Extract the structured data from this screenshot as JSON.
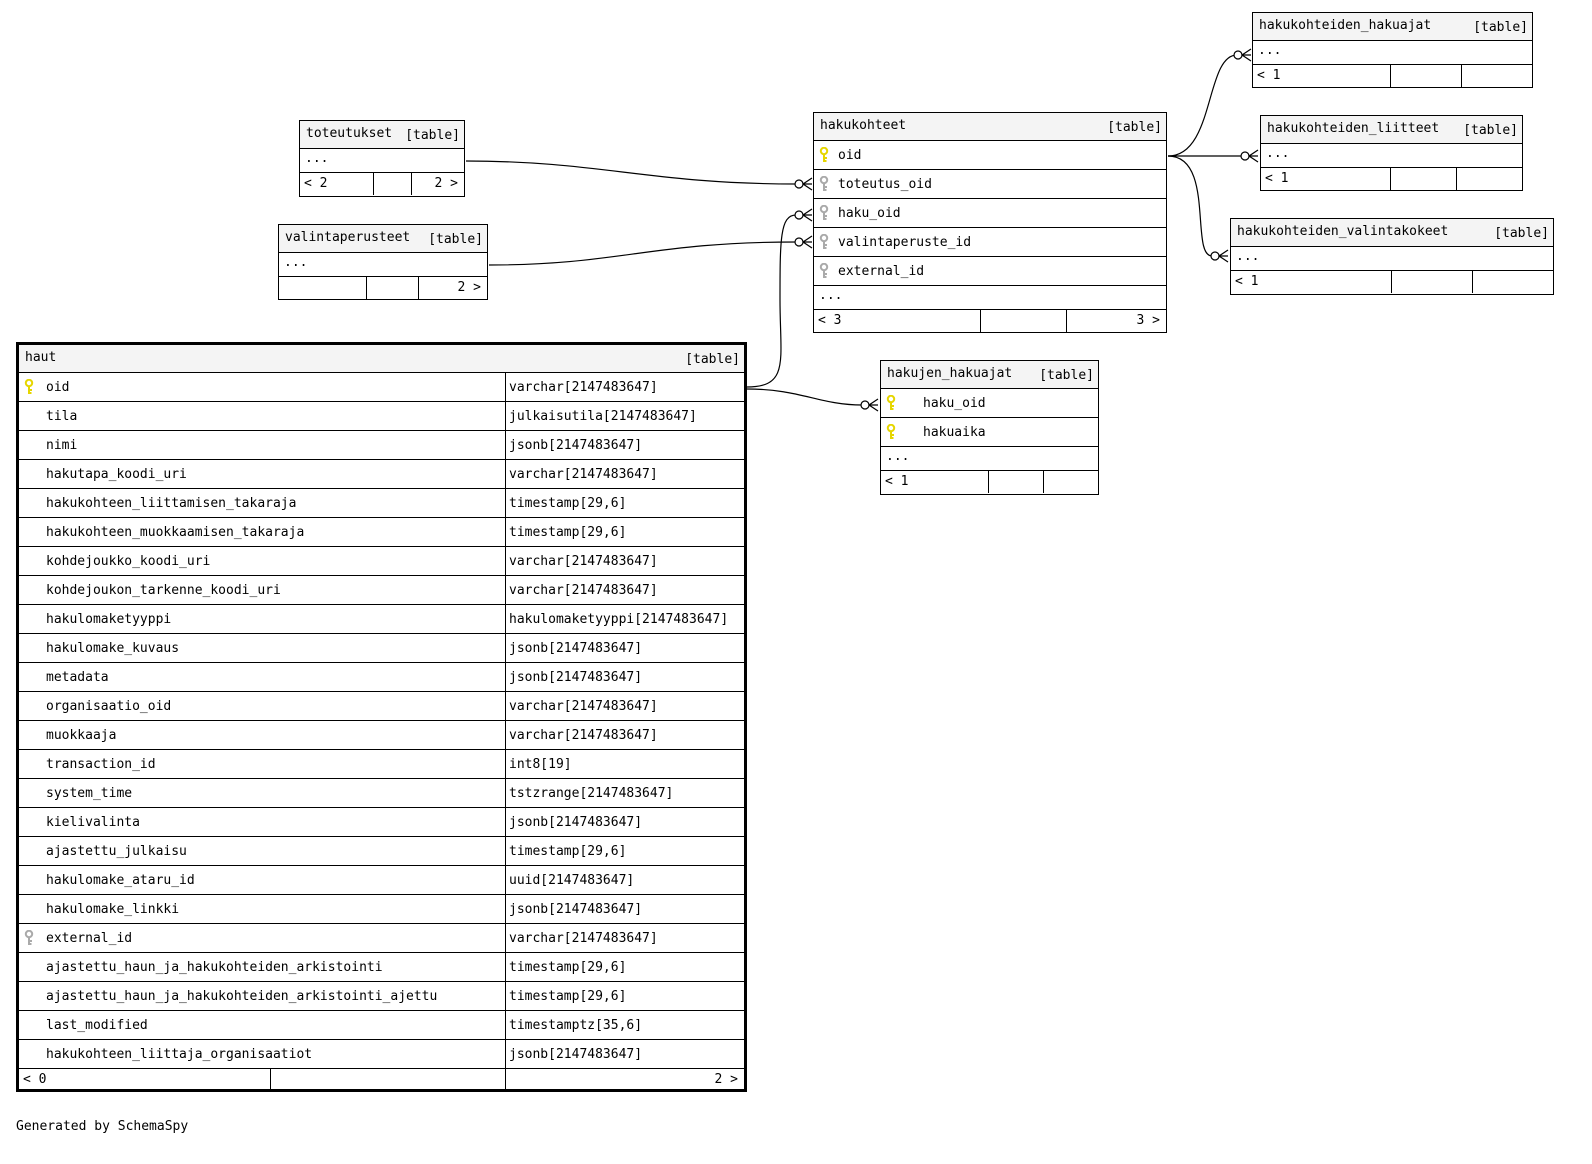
{
  "footer_text": "Generated by SchemaSpy",
  "colors": {
    "primary_key": "#e6d600",
    "foreign_key": "#aaaaaa",
    "header_bg": "#f4f4f4"
  },
  "tables": {
    "haut": {
      "name": "haut",
      "type": "[table]",
      "columns": [
        {
          "name": "oid",
          "type": "varchar[2147483647]",
          "key": "primary"
        },
        {
          "name": "tila",
          "type": "julkaisutila[2147483647]",
          "key": ""
        },
        {
          "name": "nimi",
          "type": "jsonb[2147483647]",
          "key": ""
        },
        {
          "name": "hakutapa_koodi_uri",
          "type": "varchar[2147483647]",
          "key": ""
        },
        {
          "name": "hakukohteen_liittamisen_takaraja",
          "type": "timestamp[29,6]",
          "key": ""
        },
        {
          "name": "hakukohteen_muokkaamisen_takaraja",
          "type": "timestamp[29,6]",
          "key": ""
        },
        {
          "name": "kohdejoukko_koodi_uri",
          "type": "varchar[2147483647]",
          "key": ""
        },
        {
          "name": "kohdejoukon_tarkenne_koodi_uri",
          "type": "varchar[2147483647]",
          "key": ""
        },
        {
          "name": "hakulomaketyyppi",
          "type": "hakulomaketyyppi[2147483647]",
          "key": ""
        },
        {
          "name": "hakulomake_kuvaus",
          "type": "jsonb[2147483647]",
          "key": ""
        },
        {
          "name": "metadata",
          "type": "jsonb[2147483647]",
          "key": ""
        },
        {
          "name": "organisaatio_oid",
          "type": "varchar[2147483647]",
          "key": ""
        },
        {
          "name": "muokkaaja",
          "type": "varchar[2147483647]",
          "key": ""
        },
        {
          "name": "transaction_id",
          "type": "int8[19]",
          "key": ""
        },
        {
          "name": "system_time",
          "type": "tstzrange[2147483647]",
          "key": ""
        },
        {
          "name": "kielivalinta",
          "type": "jsonb[2147483647]",
          "key": ""
        },
        {
          "name": "ajastettu_julkaisu",
          "type": "timestamp[29,6]",
          "key": ""
        },
        {
          "name": "hakulomake_ataru_id",
          "type": "uuid[2147483647]",
          "key": ""
        },
        {
          "name": "hakulomake_linkki",
          "type": "jsonb[2147483647]",
          "key": ""
        },
        {
          "name": "external_id",
          "type": "varchar[2147483647]",
          "key": "foreign"
        },
        {
          "name": "ajastettu_haun_ja_hakukohteiden_arkistointi",
          "type": "timestamp[29,6]",
          "key": ""
        },
        {
          "name": "ajastettu_haun_ja_hakukohteiden_arkistointi_ajettu",
          "type": "timestamp[29,6]",
          "key": ""
        },
        {
          "name": "last_modified",
          "type": "timestamptz[35,6]",
          "key": ""
        },
        {
          "name": "hakukohteen_liittaja_organisaatiot",
          "type": "jsonb[2147483647]",
          "key": ""
        }
      ],
      "footer": {
        "left": "< 0",
        "right": "2 >"
      }
    },
    "toteutukset": {
      "name": "toteutukset",
      "type": "[table]",
      "ellipsis": "...",
      "footer": {
        "left": "< 2",
        "right": "2 >"
      }
    },
    "valintaperusteet": {
      "name": "valintaperusteet",
      "type": "[table]",
      "ellipsis": "...",
      "footer": {
        "left": "",
        "right": "2 >"
      }
    },
    "hakukohteet": {
      "name": "hakukohteet",
      "type": "[table]",
      "columns": [
        {
          "name": "oid",
          "key": "primary"
        },
        {
          "name": "toteutus_oid",
          "key": "foreign"
        },
        {
          "name": "haku_oid",
          "key": "foreign"
        },
        {
          "name": "valintaperuste_id",
          "key": "foreign"
        },
        {
          "name": "external_id",
          "key": "foreign"
        }
      ],
      "ellipsis": "...",
      "footer": {
        "left": "< 3",
        "right": "3 >"
      }
    },
    "hakujen_hakuajat": {
      "name": "hakujen_hakuajat",
      "type": "[table]",
      "columns": [
        {
          "name": "haku_oid",
          "key": "primary"
        },
        {
          "name": "hakuaika",
          "key": "primary"
        }
      ],
      "ellipsis": "...",
      "footer": {
        "left": "< 1",
        "right": ""
      }
    },
    "hakukohteiden_hakuajat": {
      "name": "hakukohteiden_hakuajat",
      "type": "[table]",
      "ellipsis": "...",
      "footer": {
        "left": "< 1",
        "right": ""
      }
    },
    "hakukohteiden_liitteet": {
      "name": "hakukohteiden_liitteet",
      "type": "[table]",
      "ellipsis": "...",
      "footer": {
        "left": "< 1",
        "right": ""
      }
    },
    "hakukohteiden_valintakokeet": {
      "name": "hakukohteiden_valintakokeet",
      "type": "[table]",
      "ellipsis": "...",
      "footer": {
        "left": "< 1",
        "right": ""
      }
    }
  }
}
